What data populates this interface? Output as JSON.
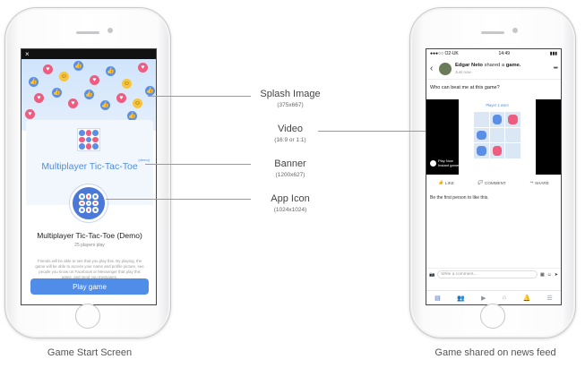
{
  "left_phone": {
    "close_label": "×",
    "banner_title": "Multiplayer Tic-Tac-Toe",
    "banner_tag": "(demo)",
    "game_name": "Multiplayer Tic-Tac-Toe (Demo)",
    "players": "25 players play",
    "permission_text": "Friends will be able to see that you play this. By playing, the game will be able to access your name and profile picture, see people you know on Facebook or Messenger that play this game, and send you messages.",
    "play_button": "Play game",
    "caption": "Game Start Screen"
  },
  "right_phone": {
    "status": {
      "carrier": "●●●○○ O2-UK",
      "time": "14:49",
      "battery": "▮▮▮"
    },
    "author": "Edgar Neto",
    "action_prefix": "shared a",
    "action_object": "game.",
    "post_time": "Just now · ",
    "post_text": "Who can beat me at this game?",
    "player_turn": "Player 1 won!",
    "play_now": "Play Now",
    "play_now_sub": "Instant game",
    "actions": {
      "like": "LIKE",
      "comment": "COMMENT",
      "share": "SHARE"
    },
    "be_first": "Be the first person to like this.",
    "comment_placeholder": "Write a comment...",
    "caption": "Game shared on news feed"
  },
  "annotations": [
    {
      "title": "Splash Image",
      "sub": "(375x667)"
    },
    {
      "title": "Video",
      "sub": "(16:9 or 1:1)"
    },
    {
      "title": "Banner",
      "sub": "(1200x627)"
    },
    {
      "title": "App Icon",
      "sub": "(1024x1024)"
    }
  ],
  "icons": {
    "like": "like-icon",
    "love": "love-icon",
    "haha": "haha-icon",
    "back": "back-arrow-icon",
    "more": "more-icon",
    "camera": "camera-icon",
    "sticker": "sticker-icon",
    "send": "send-icon"
  },
  "colors": {
    "accent": "#4f8de8",
    "like": "#5b8fe6",
    "love": "#ee5c80",
    "fb_blue": "#4267b2"
  }
}
